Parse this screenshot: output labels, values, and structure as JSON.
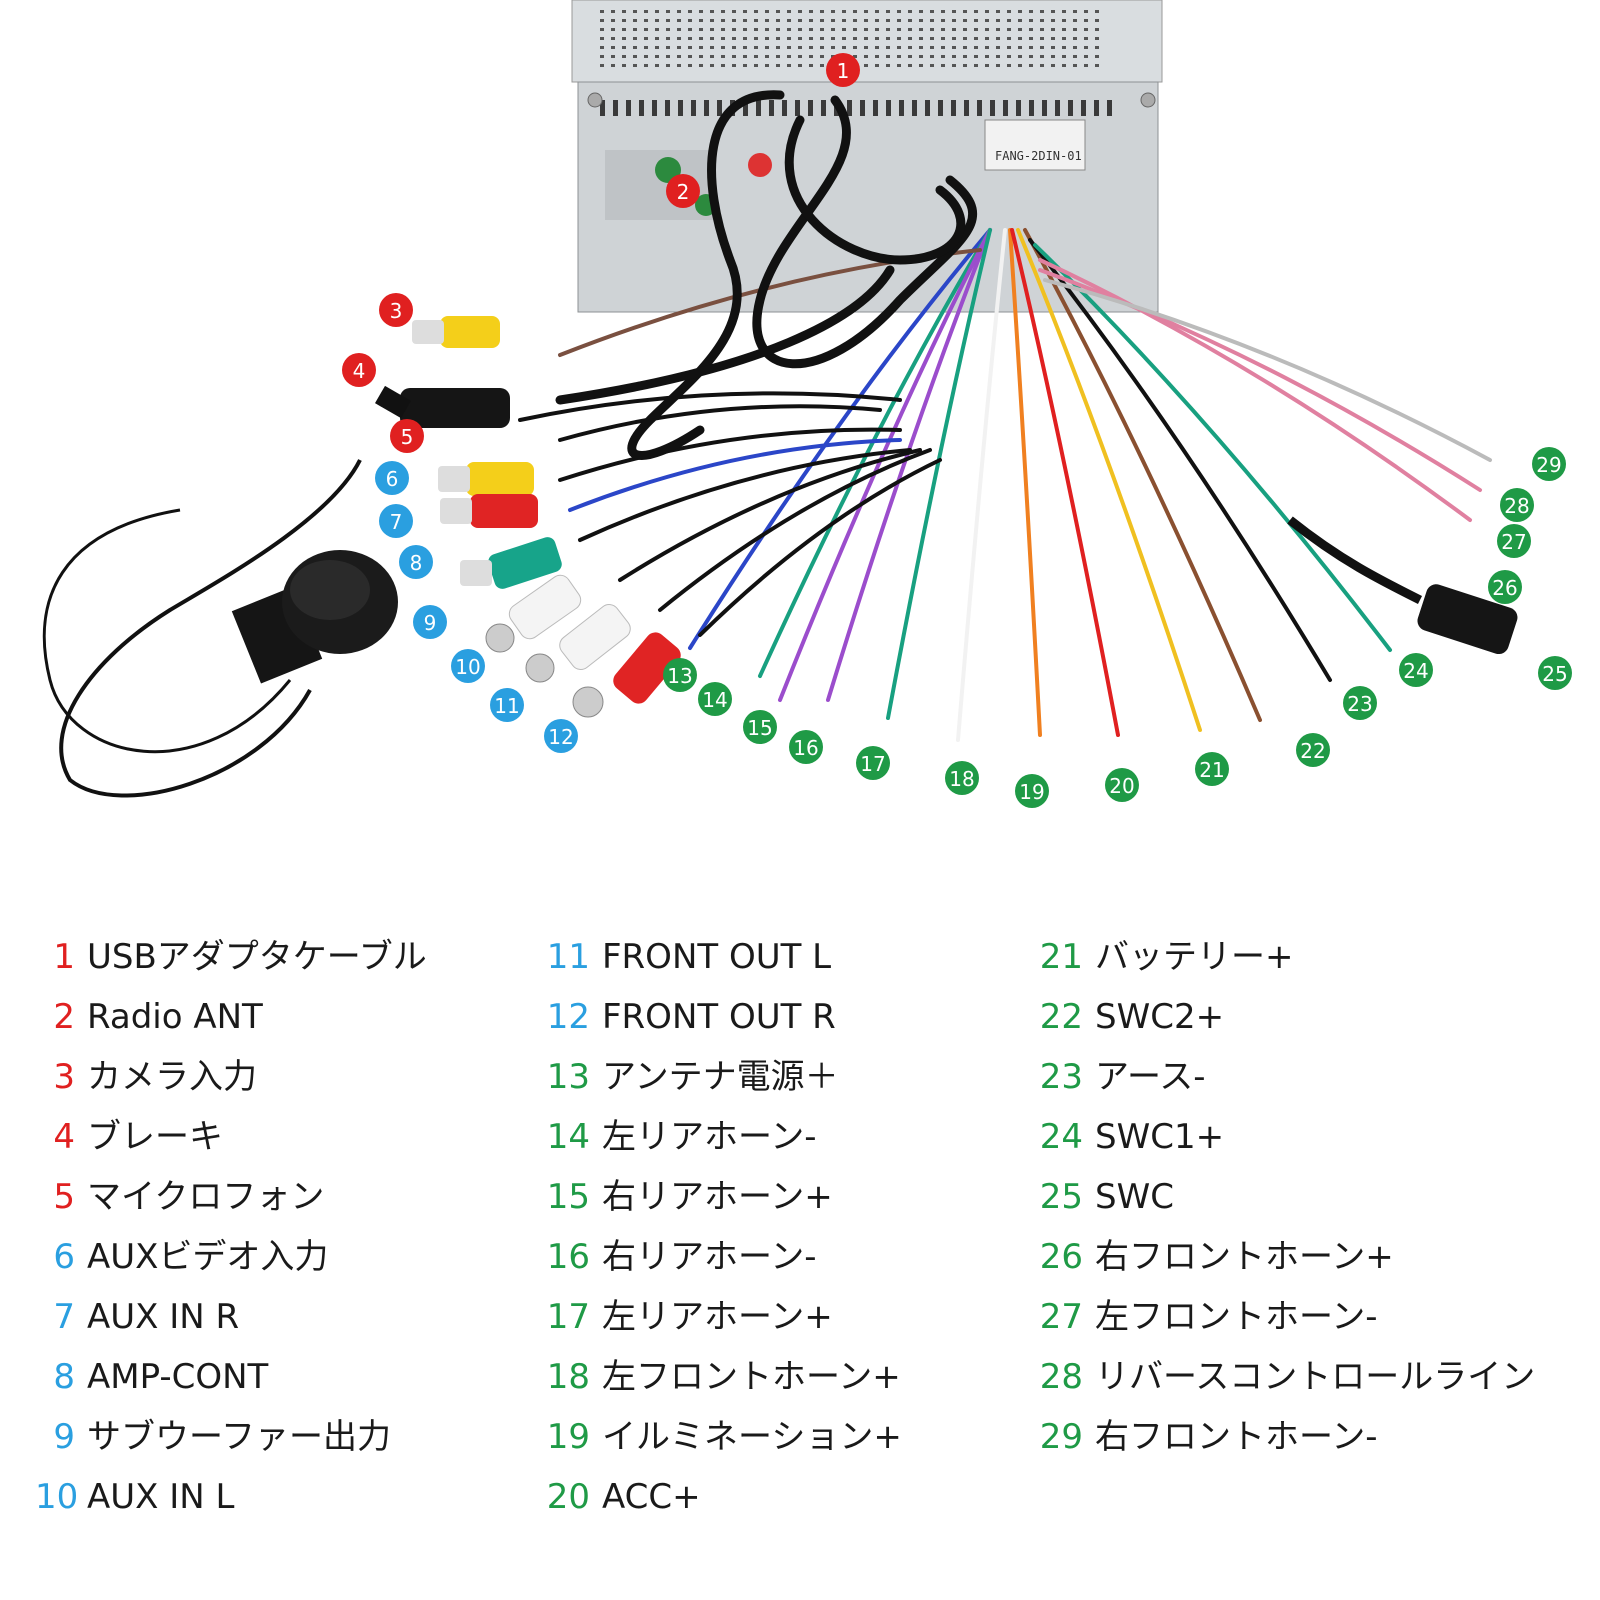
{
  "colors": {
    "red": "#e02020",
    "blue": "#2a9fe0",
    "green": "#1f9a46"
  },
  "unit_label": "FANG-2DIN-01",
  "pins": [
    {
      "n": "1",
      "c": "red",
      "t": "USBアダプタケーブル"
    },
    {
      "n": "2",
      "c": "red",
      "t": "Radio ANT"
    },
    {
      "n": "3",
      "c": "red",
      "t": "カメラ入力"
    },
    {
      "n": "4",
      "c": "red",
      "t": "ブレーキ"
    },
    {
      "n": "5",
      "c": "red",
      "t": "マイクロフォン"
    },
    {
      "n": "6",
      "c": "blue",
      "t": "AUXビデオ入力"
    },
    {
      "n": "7",
      "c": "blue",
      "t": "AUX IN R"
    },
    {
      "n": "8",
      "c": "blue",
      "t": "AMP-CONT"
    },
    {
      "n": "9",
      "c": "blue",
      "t": "サブウーファー出力"
    },
    {
      "n": "10",
      "c": "blue",
      "t": "AUX IN L"
    },
    {
      "n": "11",
      "c": "blue",
      "t": "FRONT OUT L"
    },
    {
      "n": "12",
      "c": "blue",
      "t": "FRONT OUT R"
    },
    {
      "n": "13",
      "c": "green",
      "t": "アンテナ電源＋"
    },
    {
      "n": "14",
      "c": "green",
      "t": "左リアホーン-"
    },
    {
      "n": "15",
      "c": "green",
      "t": "右リアホーン+"
    },
    {
      "n": "16",
      "c": "green",
      "t": "右リアホーン-"
    },
    {
      "n": "17",
      "c": "green",
      "t": "左リアホーン+"
    },
    {
      "n": "18",
      "c": "green",
      "t": "左フロントホーン+"
    },
    {
      "n": "19",
      "c": "green",
      "t": "イルミネーション+"
    },
    {
      "n": "20",
      "c": "green",
      "t": "ACC+"
    },
    {
      "n": "21",
      "c": "green",
      "t": "バッテリー+"
    },
    {
      "n": "22",
      "c": "green",
      "t": "SWC2+"
    },
    {
      "n": "23",
      "c": "green",
      "t": "アース-"
    },
    {
      "n": "24",
      "c": "green",
      "t": "SWC1+"
    },
    {
      "n": "25",
      "c": "green",
      "t": "SWC"
    },
    {
      "n": "26",
      "c": "green",
      "t": "右フロントホーン+"
    },
    {
      "n": "27",
      "c": "green",
      "t": "左フロントホーン-"
    },
    {
      "n": "28",
      "c": "green",
      "t": "リバースコントロールライン"
    },
    {
      "n": "29",
      "c": "green",
      "t": "右フロントホーン-"
    }
  ]
}
